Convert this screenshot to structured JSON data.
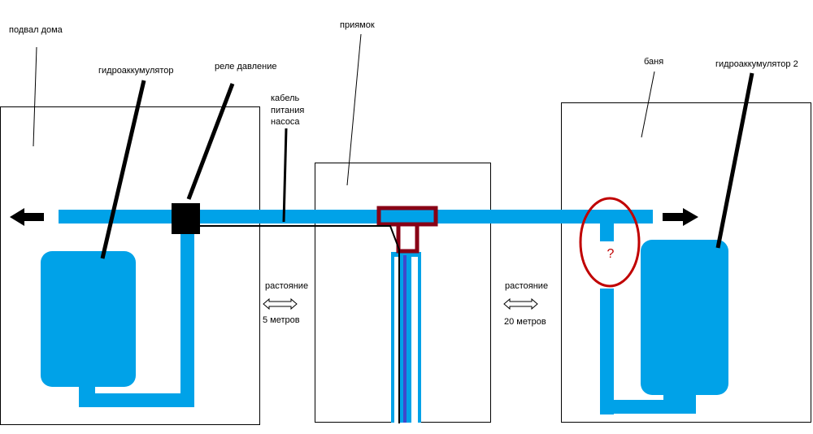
{
  "labels": {
    "basement": "подвал дома",
    "accumulator_1": "гидроаккумулятор",
    "pressure_relay": "реле давление",
    "cable_line1": "кабель",
    "cable_line2": "питания",
    "cable_line3": "насоса",
    "pit": "приямок",
    "bathhouse": "баня",
    "accumulator_2": "гидроаккумулятор  2",
    "distance_left_label": "растояние",
    "distance_left_value": "5 метров",
    "distance_right_label": "растояние",
    "distance_right_value": "20 метров",
    "question_mark": "?"
  },
  "colors": {
    "pipe": "#00a2e8",
    "tee": "#880015",
    "mark": "#000000",
    "question_circle": "#c00000",
    "well_inner": "#3f48cc"
  }
}
